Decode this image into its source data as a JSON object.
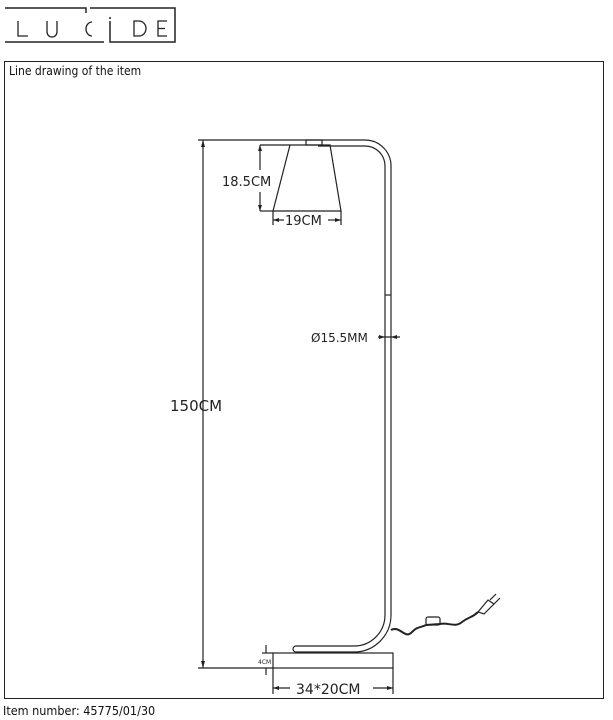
{
  "brand": {
    "logo_text": "LUCIDE"
  },
  "drawing": {
    "title": "Line drawing of the item",
    "dimensions": {
      "total_height": "150CM",
      "shade_height": "18.5CM",
      "shade_width": "19CM",
      "tube_diameter": "Ø15.5MM",
      "base_height": "4CM",
      "base_size": "34*20CM"
    }
  },
  "footer": {
    "item_number": "Item number: 45775/01/30"
  }
}
